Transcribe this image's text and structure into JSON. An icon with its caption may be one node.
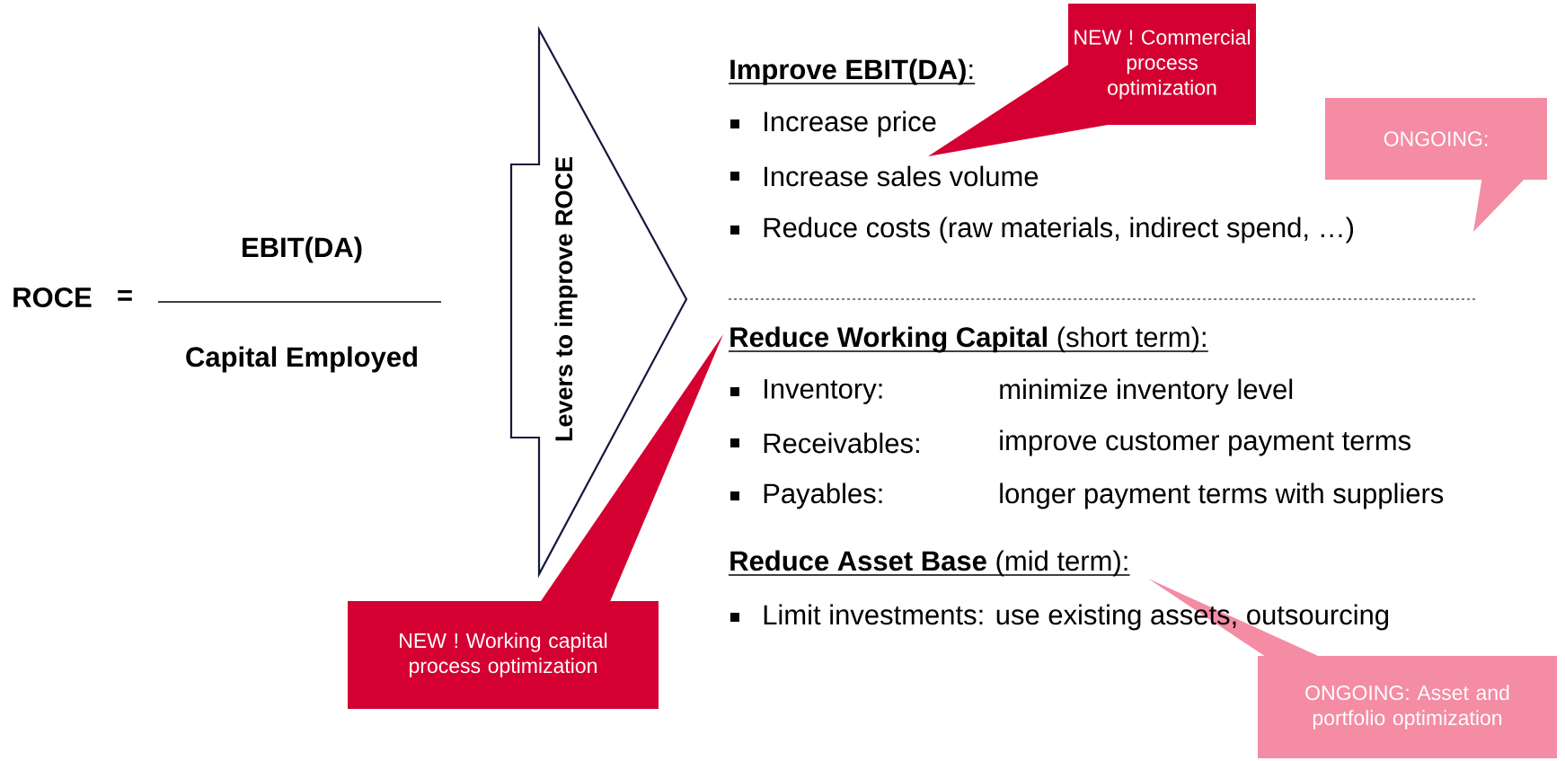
{
  "diagram": {
    "nodes": [
      {
        "text": [
          "Levers to improve ROCE"
        ]
      },
      {
        "text": [
          "NEW ! Commercial process optimization"
        ]
      },
      {
        "text": [
          "ONGOING:"
        ]
      },
      {
        "text": [
          "NEW ! Working capital process optimization"
        ]
      },
      {
        "text": [
          "ONGOING: Asset and portfolio optimization"
        ]
      }
    ],
    "labels": [
      "ROCE",
      "=",
      "EBIT(DA)",
      "Capital Employed",
      "**Improve EBIT(DA)**:",
      "Increase price",
      "Increase sales volume",
      "Reduce costs (raw materials, indirect spend, …)",
      "**Reduce Working Capital** (short term):",
      "Inventory:",
      "minimize inventory level",
      "Receivables:",
      "improve customer payment terms",
      "Payables:",
      "longer payment terms with suppliers",
      "**Reduce Asset Base** (mid term):",
      "Limit investments: use existing assets, outsourcing"
    ]
  }
}
